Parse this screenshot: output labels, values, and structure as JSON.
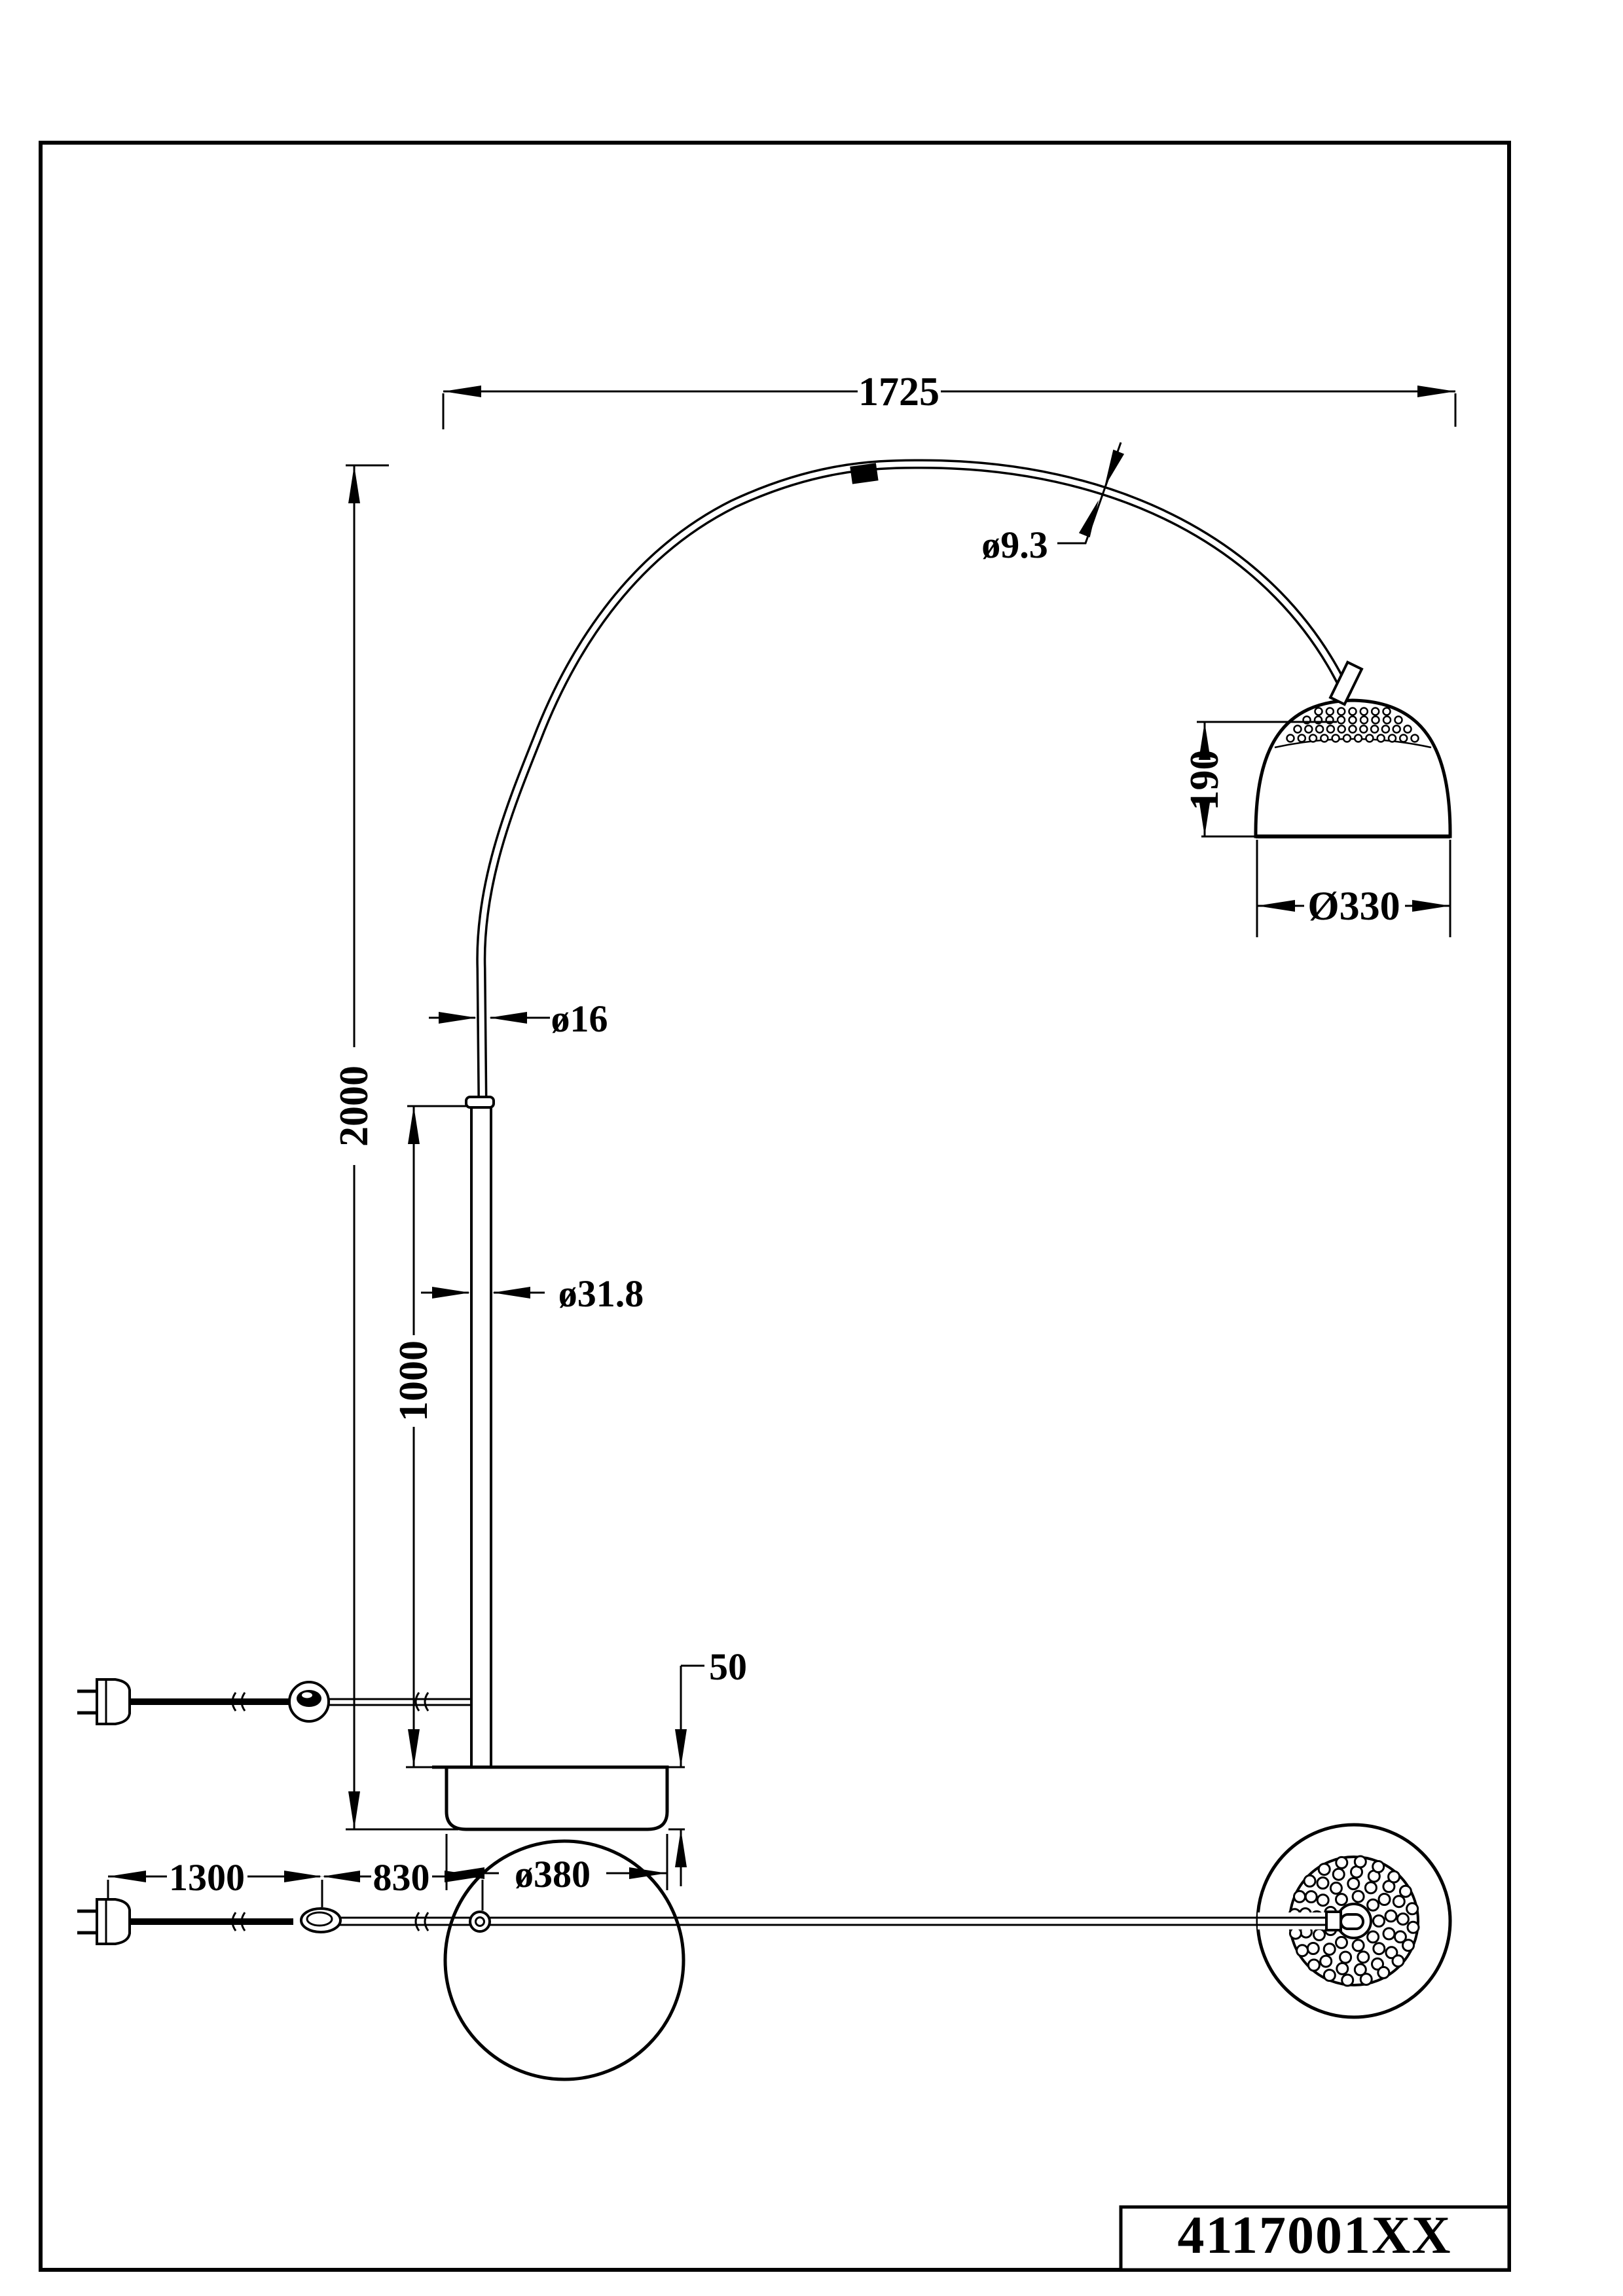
{
  "page": {
    "background": "#ffffff",
    "line_color": "#000000"
  },
  "title_block": {
    "part_number": "4117001XX"
  },
  "dimensions": {
    "arc_span": "1725",
    "arc_tube_diameter": "ø9.3",
    "shade_height": "190",
    "shade_diameter": "Ø330",
    "upper_tube_diameter": "ø16",
    "total_height": "2000",
    "pole_height": "1000",
    "pole_diameter": "ø31.8",
    "base_height": "50",
    "base_diameter": "ø380",
    "cord_length": "1300",
    "cord_to_pole": "830"
  }
}
